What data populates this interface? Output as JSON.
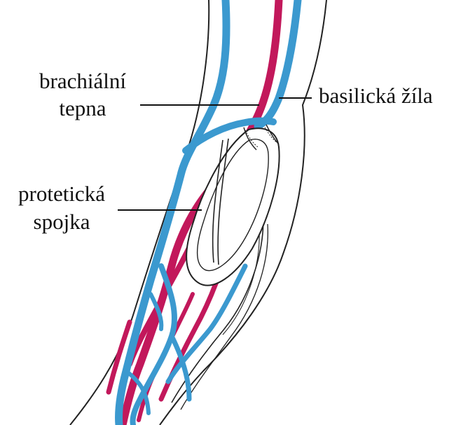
{
  "labels": {
    "brachial_line1": "brachiální",
    "brachial_line2": "tepna",
    "basilic": "basilická žíla",
    "graft_line1": "protetická",
    "graft_line2": "spojka"
  },
  "colors": {
    "artery": "#c2185b",
    "vein": "#3b99cf",
    "outline": "#222222",
    "graft": "#ffffff",
    "background": "#ffffff"
  }
}
